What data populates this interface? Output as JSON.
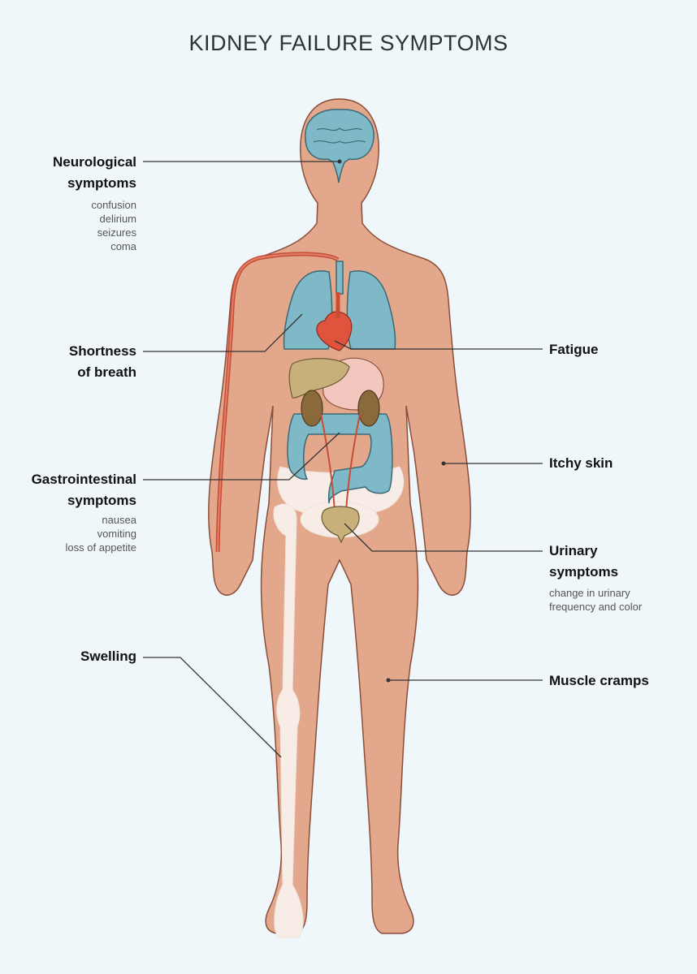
{
  "title": "KIDNEY FAILURE SYMPTOMS",
  "labels": {
    "neuro": {
      "line1": "Neurological",
      "line2": "symptoms",
      "details": [
        "confusion",
        "delirium",
        "seizures",
        "coma"
      ]
    },
    "breath": {
      "line1": "Shortness",
      "line2": "of breath"
    },
    "gastro": {
      "line1": "Gastrointestinal",
      "line2": "symptoms",
      "details": [
        "nausea",
        "vomiting",
        "loss of appetite"
      ]
    },
    "swelling": {
      "line1": "Swelling"
    },
    "fatigue": {
      "line1": "Fatigue"
    },
    "itchy": {
      "line1": "Itchy skin"
    },
    "urinary": {
      "line1": "Urinary",
      "line2": "symptoms",
      "details": [
        "change in urinary",
        "frequency and color"
      ]
    },
    "cramps": {
      "line1": "Muscle cramps"
    }
  },
  "colors": {
    "background": "#f0f7fa",
    "skin": "#e3a78c",
    "skin_outline": "#8a4f3c",
    "organ_blue": "#7fb8c6",
    "heart": "#e0543d",
    "liver": "#c8b07a",
    "kidney": "#8a6a3a",
    "bone": "#f7ece6",
    "stomach": "#f3c7bd",
    "leader_line": "#333333"
  }
}
